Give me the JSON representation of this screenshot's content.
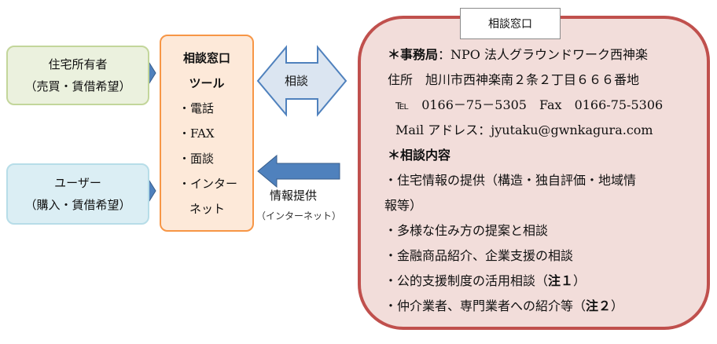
{
  "owner": {
    "line1": "住宅所有者",
    "line2": "（売買・賃借希望）"
  },
  "user": {
    "line1": "ユーザー",
    "line2": "（購入・賃借希望）"
  },
  "tools": {
    "title1": "相談窓口",
    "title2": "ツール",
    "items": [
      "・電話",
      "・FAX",
      "・面談",
      "・インター",
      "ネット"
    ]
  },
  "consult_arrow_label": "相談",
  "info_arrow": {
    "label": "情報提供",
    "sublabel": "（インターネット）"
  },
  "desk_label": "相談窓口",
  "desk": {
    "office_heading": "＊事務局",
    "office_name": "：NPO 法人グラウンドワーク西神楽",
    "address": "住所　旭川市西神楽南２条２丁目６６６番地",
    "tel": "℡　0166－75－5305　Fax　0166-75-5306",
    "mail": "Mail アドレス：jyutaku@gwnkagura.com",
    "content_heading": "＊相談内容",
    "items": [
      "・住宅情報の提供（構造・独自評価・地域情",
      "報等）",
      "・多様な住み方の提案と相談",
      "・金融商品紹介、企業支援の相談",
      "・公的支援制度の活用相談（",
      "・仲介業者、専門業者への紹介等（"
    ],
    "note1": "注１",
    "note2": "注２"
  },
  "colors": {
    "arrow_blue": "#4f81bd",
    "double_arrow_fill": "#dbe5f1",
    "main_border": "#c0504d",
    "tool_border": "#f79646"
  }
}
